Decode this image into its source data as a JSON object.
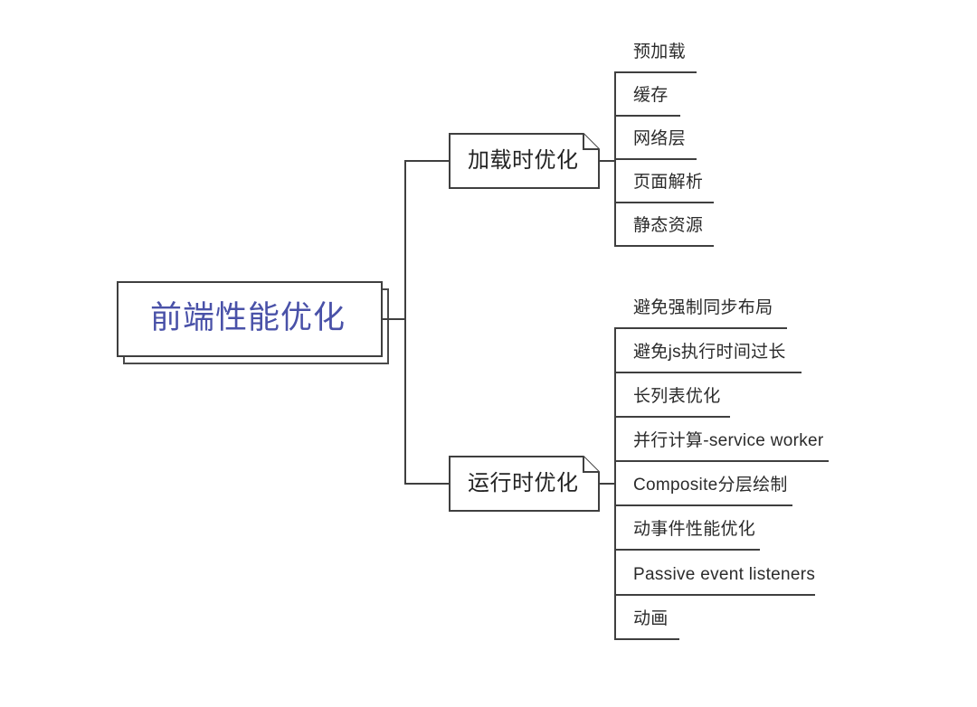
{
  "diagram": {
    "title": "前端性能优化",
    "type": "mindmap",
    "background_color": "#ffffff",
    "line_color": "#3f3f3f",
    "root_text_color": "#4951a8",
    "node_text_color": "#232323"
  },
  "root": {
    "label": "前端性能优化",
    "shape": "stacked-card"
  },
  "branches": [
    {
      "label": "加载时优化",
      "shape": "folded-corner-card",
      "leaves": [
        {
          "label": "预加载"
        },
        {
          "label": "缓存"
        },
        {
          "label": "网络层"
        },
        {
          "label": "页面解析"
        },
        {
          "label": "静态资源"
        }
      ]
    },
    {
      "label": "运行时优化",
      "shape": "folded-corner-card",
      "leaves": [
        {
          "label": "避免强制同步布局"
        },
        {
          "label": "避免js执行时间过长"
        },
        {
          "label": "长列表优化"
        },
        {
          "label": "并行计算-service worker"
        },
        {
          "label": "Composite分层绘制"
        },
        {
          "label": "动事件性能优化"
        },
        {
          "label": "Passive event listeners"
        },
        {
          "label": "动画"
        }
      ]
    }
  ]
}
